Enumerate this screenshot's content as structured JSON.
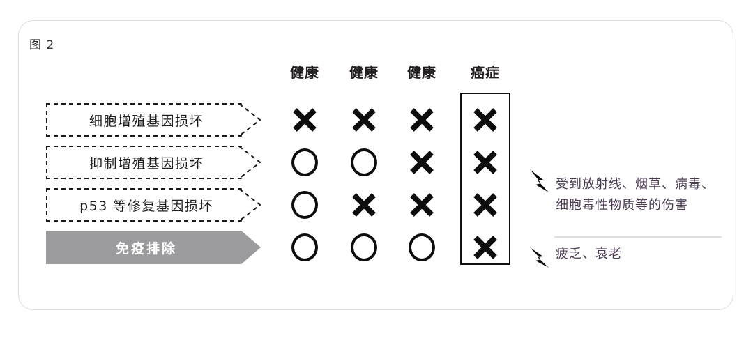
{
  "figure": {
    "caption": "图 2"
  },
  "matrix": {
    "columns": [
      {
        "label": "健康",
        "highlighted": false
      },
      {
        "label": "健康",
        "highlighted": false
      },
      {
        "label": "健康",
        "highlighted": false
      },
      {
        "label": "癌症",
        "highlighted": true
      }
    ],
    "rows": [
      {
        "label": "细胞增殖基因损坏",
        "style": "dashed",
        "cells": [
          "x",
          "x",
          "x",
          "x"
        ]
      },
      {
        "label": "抑制增殖基因损坏",
        "style": "dashed",
        "cells": [
          "o",
          "o",
          "x",
          "x"
        ]
      },
      {
        "label": "p53 等修复基因损坏",
        "style": "dashed",
        "cells": [
          "o",
          "x",
          "x",
          "x"
        ]
      },
      {
        "label": "免疫排除",
        "style": "solid",
        "cells": [
          "o",
          "o",
          "o",
          "x"
        ]
      }
    ],
    "symbols": {
      "x": "cross-mark",
      "o": "circle-mark"
    }
  },
  "annotations": [
    {
      "icon": "lightning-bolt-icon",
      "lines": [
        "受到放射线、烟草、病毒、",
        "细胞毒性物质等的伤害"
      ]
    },
    {
      "icon": "lightning-bolt-icon",
      "lines": [
        "疲乏、衰老"
      ]
    }
  ],
  "colors": {
    "card_border": "#dcdcdf",
    "immune_bar": "#9b9b9e",
    "mark": "#0d0d0d",
    "annotation_text": "#4a3b52",
    "highlight_box": "#111111"
  }
}
